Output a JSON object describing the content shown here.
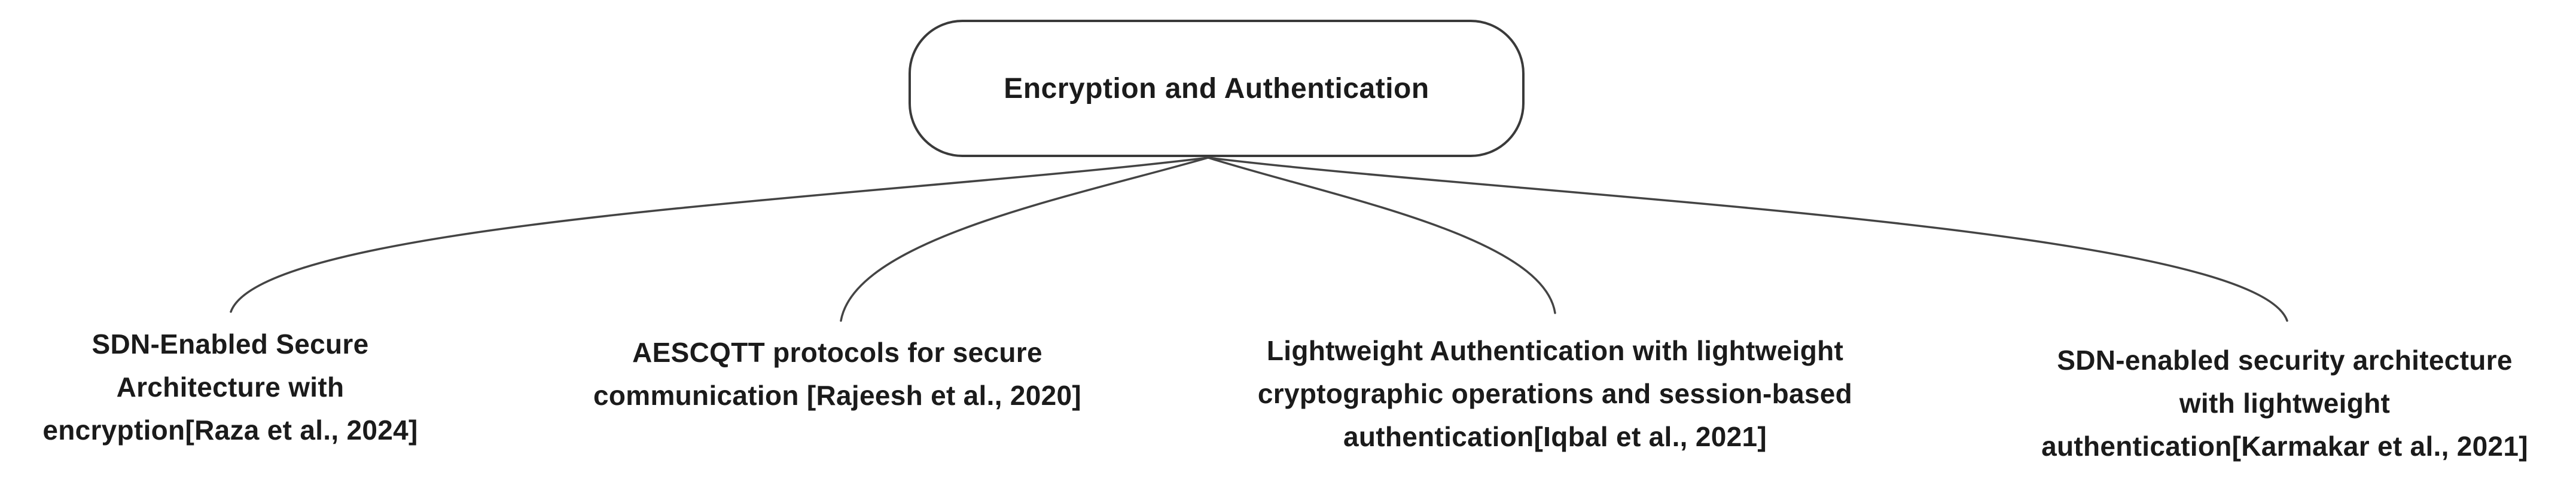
{
  "diagram": {
    "colors": {
      "stroke": "#444444",
      "node_border": "#3a3a3a",
      "text": "#1b1b1b",
      "background": "#ffffff"
    },
    "root": {
      "label": "Encryption and Authentication"
    },
    "children": [
      {
        "label": "SDN-Enabled Secure Architecture with encryption[Raza et al., 2024]",
        "lines": [
          "SDN-Enabled Secure",
          "Architecture with",
          "encryption[Raza et al., 2024]"
        ]
      },
      {
        "label": "AESCQTT protocols for secure communication [Rajeesh et al., 2020]",
        "lines": [
          "AESCQTT protocols for secure",
          "communication [Rajeesh et al., 2020]"
        ]
      },
      {
        "label": "Lightweight Authentication with lightweight cryptographic operations and session-based authentication[Iqbal et al., 2021]",
        "lines": [
          "Lightweight Authentication with lightweight",
          "cryptographic operations and session-based",
          "authentication[Iqbal et al., 2021]"
        ]
      },
      {
        "label": "SDN-enabled security architecture with lightweight authentication[Karmakar et al., 2021]",
        "lines": [
          "SDN-enabled security architecture",
          "with lightweight",
          "authentication[Karmakar et al., 2021]"
        ]
      }
    ]
  }
}
